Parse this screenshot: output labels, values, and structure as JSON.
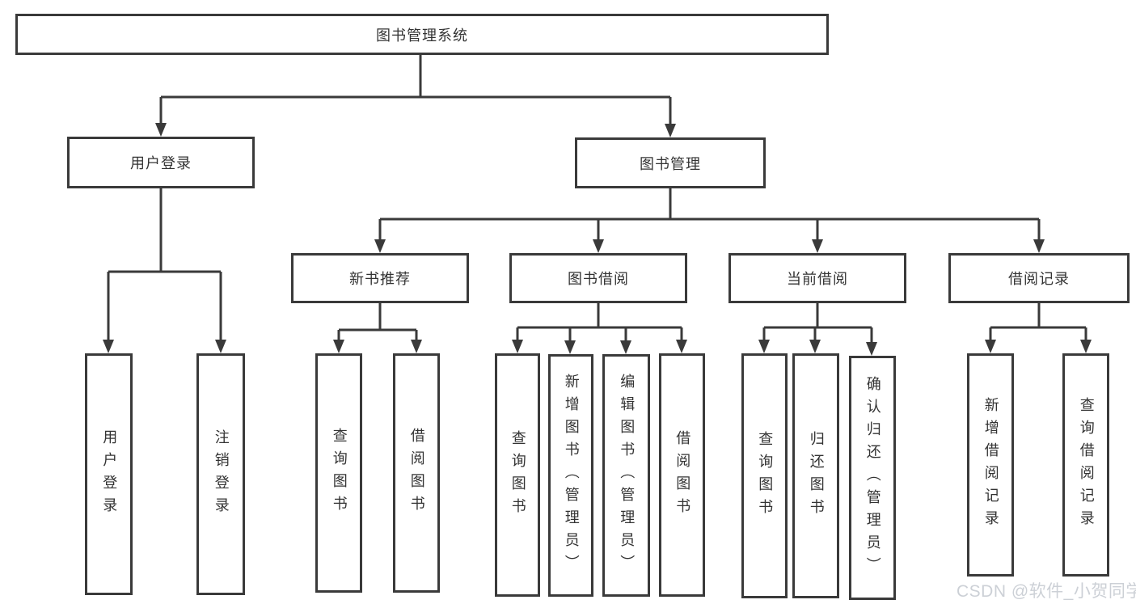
{
  "hierarchy": {
    "label": "图书管理系统",
    "children": [
      {
        "label": "用户登录",
        "children": [
          {
            "label": "用户登录"
          },
          {
            "label": "注销登录"
          }
        ]
      },
      {
        "label": "图书管理",
        "children": [
          {
            "label": "新书推荐",
            "children": [
              {
                "label": "查询图书"
              },
              {
                "label": "借阅图书"
              }
            ]
          },
          {
            "label": "图书借阅",
            "children": [
              {
                "label": "查询图书"
              },
              {
                "label": "新增图书（管理员）"
              },
              {
                "label": "编辑图书（管理员）"
              },
              {
                "label": "借阅图书"
              }
            ]
          },
          {
            "label": "当前借阅",
            "children": [
              {
                "label": "查询图书"
              },
              {
                "label": "归还图书"
              },
              {
                "label": "确认归还（管理员）"
              }
            ]
          },
          {
            "label": "借阅记录",
            "children": [
              {
                "label": "新增借阅记录"
              },
              {
                "label": "查询借阅记录"
              }
            ]
          }
        ]
      }
    ]
  },
  "watermark": {
    "text": "CSDN @软件_小贺同学"
  },
  "colors": {
    "line": "#3a3a3a",
    "box_border": "#3a3a3a",
    "text": "#333333",
    "background": "#ffffff",
    "watermark_text": "#ccd0d6"
  }
}
